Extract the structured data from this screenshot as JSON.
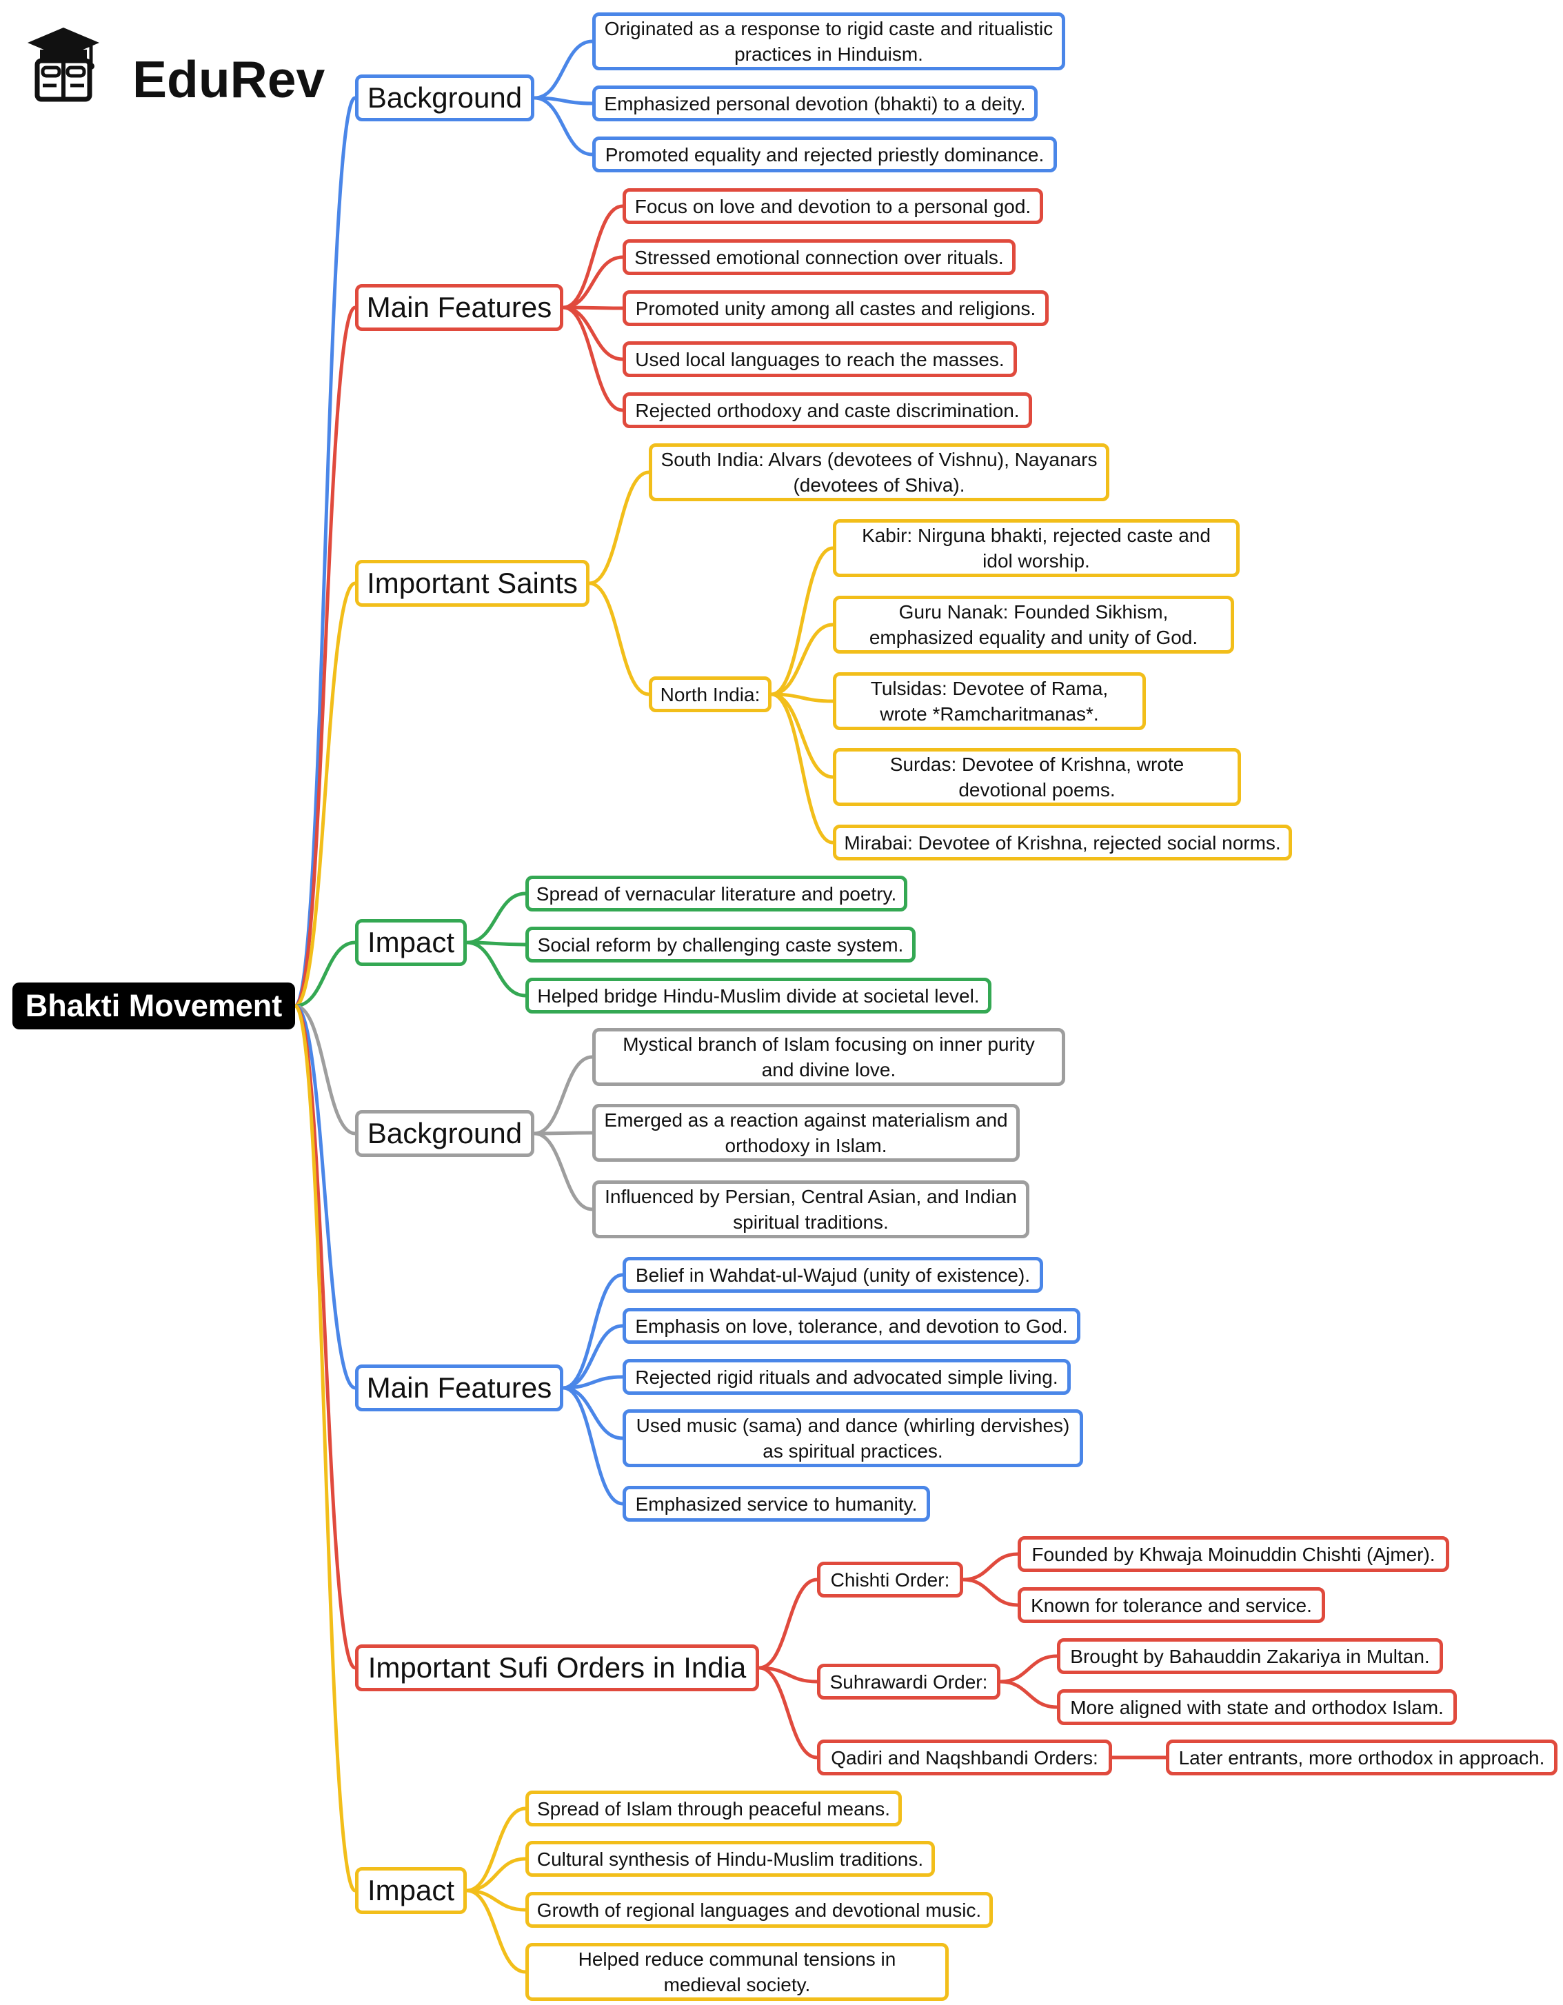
{
  "logo": {
    "text": "EduRev",
    "icon": "graduation-cap-book-icon"
  },
  "colors": {
    "blue": "#4a86e8",
    "red": "#e04a3d",
    "yellow": "#f2be1a",
    "green": "#34a853",
    "gray": "#9e9e9e"
  },
  "root": {
    "label": "Bhakti Movement"
  },
  "branches": [
    {
      "label": "Background",
      "color": "blue",
      "items": [
        {
          "text": "Originated as a response to rigid caste and ritualistic practices in Hinduism."
        },
        {
          "text": "Emphasized personal devotion (bhakti) to a deity."
        },
        {
          "text": "Promoted equality and rejected priestly dominance."
        }
      ]
    },
    {
      "label": "Main Features",
      "color": "red",
      "items": [
        {
          "text": "Focus on love and devotion to a personal god."
        },
        {
          "text": "Stressed emotional connection over rituals."
        },
        {
          "text": "Promoted unity among all castes and religions."
        },
        {
          "text": "Used local languages to reach the masses."
        },
        {
          "text": "Rejected orthodoxy and caste discrimination."
        }
      ]
    },
    {
      "label": "Important Saints",
      "color": "yellow",
      "items": [
        {
          "text": "South India: Alvars (devotees of Vishnu), Nayanars (devotees of Shiva)."
        },
        {
          "text": "North India:",
          "children": [
            {
              "text": "Kabir: Nirguna bhakti, rejected caste and idol worship."
            },
            {
              "text": "Guru Nanak: Founded Sikhism, emphasized equality and unity of God."
            },
            {
              "text": "Tulsidas: Devotee of Rama, wrote *Ramcharitmanas*."
            },
            {
              "text": "Surdas: Devotee of Krishna, wrote devotional poems."
            },
            {
              "text": "Mirabai: Devotee of Krishna, rejected social norms."
            }
          ]
        }
      ]
    },
    {
      "label": "Impact",
      "color": "green",
      "items": [
        {
          "text": "Spread of vernacular literature and poetry."
        },
        {
          "text": "Social reform by challenging caste system."
        },
        {
          "text": "Helped bridge Hindu-Muslim divide at societal level."
        }
      ]
    },
    {
      "label": "Background",
      "color": "gray",
      "items": [
        {
          "text": "Mystical branch of Islam focusing on inner purity and divine love."
        },
        {
          "text": "Emerged as a reaction against materialism and orthodoxy in Islam."
        },
        {
          "text": "Influenced by Persian, Central Asian, and Indian spiritual traditions."
        }
      ]
    },
    {
      "label": "Main Features",
      "color": "blue",
      "items": [
        {
          "text": "Belief in Wahdat-ul-Wajud (unity of existence)."
        },
        {
          "text": "Emphasis on love, tolerance, and devotion to God."
        },
        {
          "text": "Rejected rigid rituals and advocated simple living."
        },
        {
          "text": "Used music (sama) and dance (whirling dervishes) as spiritual practices."
        },
        {
          "text": "Emphasized service to humanity."
        }
      ]
    },
    {
      "label": "Important Sufi Orders in India",
      "color": "red",
      "items": [
        {
          "text": "Chishti Order:",
          "children": [
            {
              "text": "Founded by Khwaja Moinuddin Chishti (Ajmer)."
            },
            {
              "text": "Known for tolerance and service."
            }
          ]
        },
        {
          "text": "Suhrawardi Order:",
          "children": [
            {
              "text": "Brought by Bahauddin Zakariya in Multan."
            },
            {
              "text": "More aligned with state and orthodox Islam."
            }
          ]
        },
        {
          "text": "Qadiri and Naqshbandi Orders:",
          "children": [
            {
              "text": "Later entrants, more orthodox in approach."
            }
          ]
        }
      ]
    },
    {
      "label": "Impact",
      "color": "yellow",
      "items": [
        {
          "text": "Spread of Islam through peaceful means."
        },
        {
          "text": "Cultural synthesis of Hindu-Muslim traditions."
        },
        {
          "text": "Growth of regional languages and devotional music."
        },
        {
          "text": "Helped reduce communal tensions in medieval society."
        }
      ]
    }
  ]
}
